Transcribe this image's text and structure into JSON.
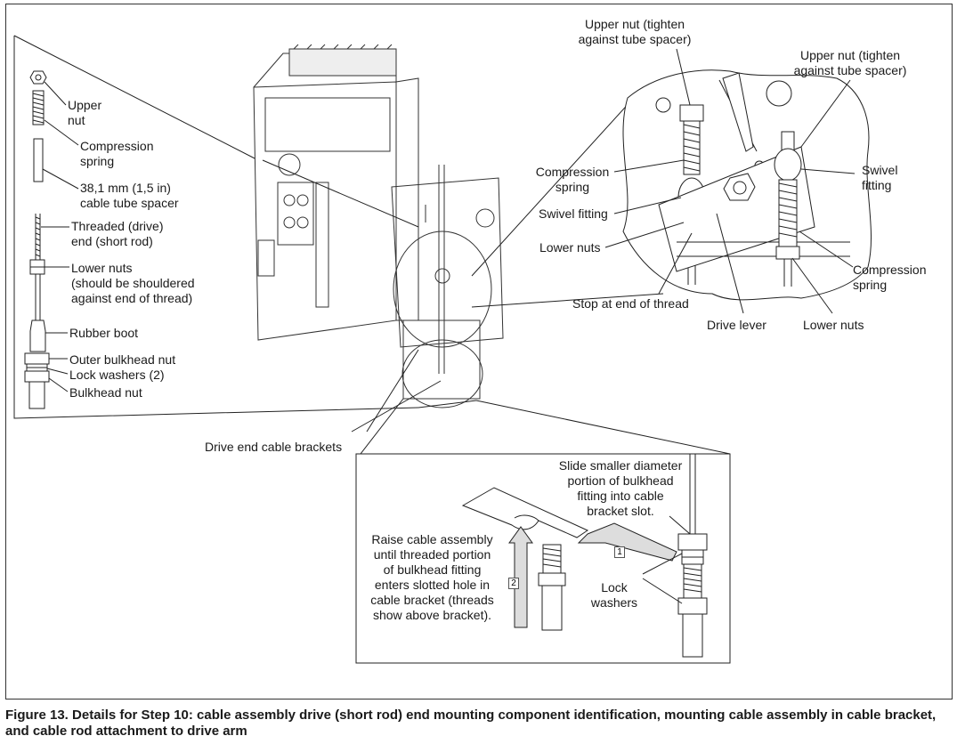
{
  "labels": {
    "upper_nut": "Upper\nnut",
    "compression_spring": "Compression\nspring",
    "tube_spacer": "38,1 mm (1,5 in)\ncable tube spacer",
    "threaded_end": "Threaded (drive)\nend (short rod)",
    "lower_nuts_left": "Lower nuts\n(should be shouldered\nagainst end of thread)",
    "rubber_boot": "Rubber boot",
    "outer_bulkhead_nut": "Outer bulkhead nut",
    "lock_washers_2": "Lock washers (2)",
    "bulkhead_nut": "Bulkhead nut",
    "upper_nut_tighten_1": "Upper nut (tighten\nagainst tube spacer)",
    "upper_nut_tighten_2": "Upper nut (tighten\nagainst tube spacer)",
    "compression_spring_detail": "Compression\nspring",
    "swivel_fitting_detail": "Swivel fitting",
    "lower_nuts_detail": "Lower nuts",
    "swivel_fitting_right": "Swivel\nfitting",
    "compression_spring_right": "Compression\nspring",
    "stop_end_thread": "Stop at end of thread",
    "drive_lever": "Drive lever",
    "lower_nuts_right": "Lower nuts",
    "drive_end_brackets": "Drive end cable brackets",
    "slide_smaller": "Slide smaller diameter\nportion of bulkhead\nfitting into cable\nbracket slot.",
    "raise_cable": "Raise cable assembly\nuntil threaded portion\nof bulkhead fitting\nenters slotted hole in\ncable bracket (threads\nshow above bracket).",
    "lock_washers_inset": "Lock\nwashers",
    "step_1": "1",
    "step_2": "2"
  },
  "caption": "Figure 13. Details for Step 10: cable assembly drive (short rod) end mounting component identification, mounting cable assembly in cable bracket, and cable rod attachment to drive arm"
}
